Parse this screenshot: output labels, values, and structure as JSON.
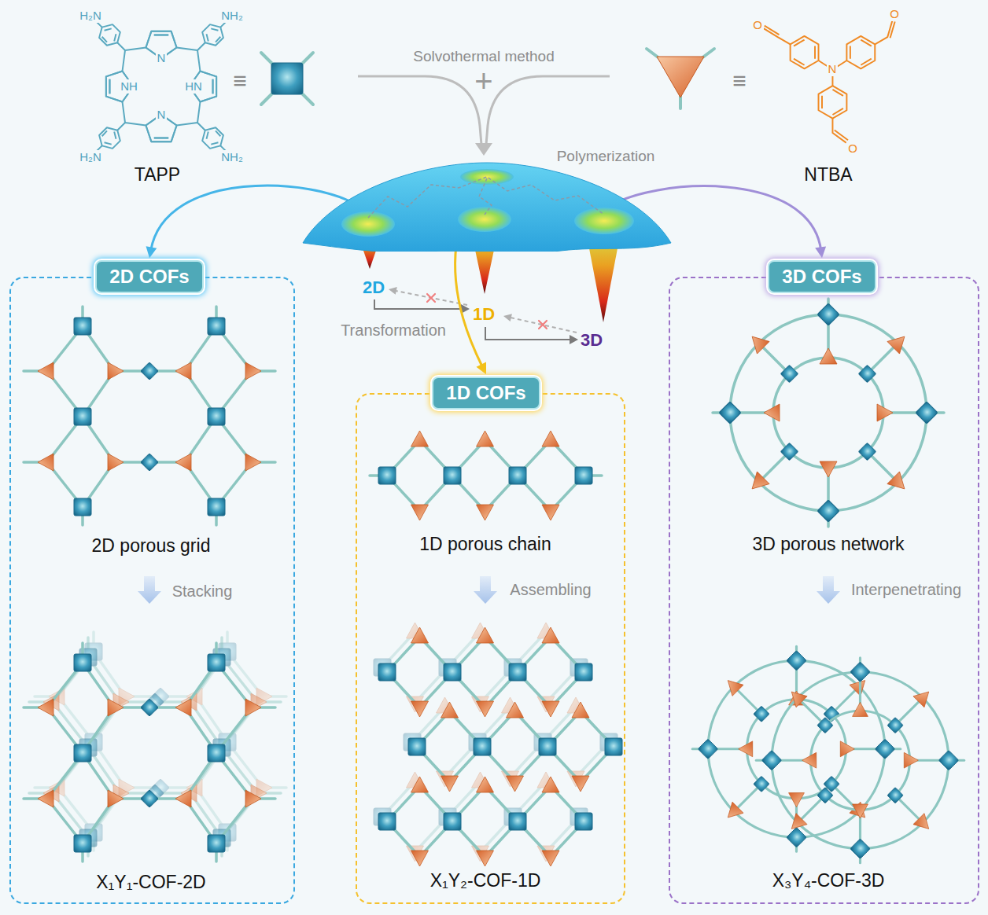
{
  "diagram": {
    "nodes": [
      {
        "text": [
          "Polymerization"
        ]
      },
      {
        "text": [
          "2D porous grid",
          "Stacking",
          "X₁Y₁-COF-2D"
        ]
      },
      {
        "text": [
          "2D COFs"
        ],
        "in": 1
      },
      {
        "text": [
          "1D porous chain",
          "Assembling",
          "X₁Y₂-COF-1D"
        ]
      },
      {
        "text": [
          "1D COFs"
        ],
        "in": 3
      },
      {
        "text": [
          "3D porous network",
          "Interpenetrating",
          "X₃Y₄-COF-3D"
        ]
      },
      {
        "text": [
          "3D COFs"
        ],
        "in": 5
      }
    ],
    "edges": [
      {
        "from": 0,
        "to": 2,
        "arrow": "to"
      },
      {
        "from": 0,
        "to": 4,
        "arrow": "to"
      },
      {
        "from": 0,
        "to": 6,
        "arrow": "to"
      }
    ],
    "labels": [
      "H₂N",
      "NH₂",
      "N",
      "NH",
      "HN",
      "N",
      "H₂N",
      "NH₂",
      "TAPP",
      "≡",
      "Solvothermal method",
      "+",
      "≡",
      "O",
      "O",
      "N",
      "O",
      "NTBA",
      "2D",
      "1D",
      "3D",
      "Transformation"
    ]
  }
}
